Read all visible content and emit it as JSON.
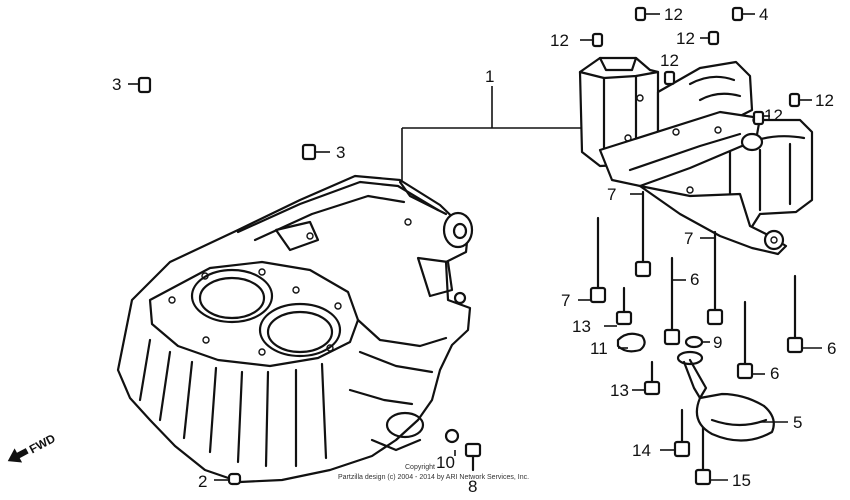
{
  "callouts": {
    "c1": "1",
    "c2": "2",
    "c3a": "3",
    "c3b": "3",
    "c4": "4",
    "c5": "5",
    "c6a": "6",
    "c6b": "6",
    "c6c": "6",
    "c7a": "7",
    "c7b": "7",
    "c7c": "7",
    "c8": "8",
    "c9": "9",
    "c10": "10",
    "c11": "11",
    "c12a": "12",
    "c12b": "12",
    "c12c": "12",
    "c12d": "12",
    "c12e": "12",
    "c12f": "12",
    "c13a": "13",
    "c13b": "13",
    "c14": "14",
    "c15": "15"
  },
  "fwd_label": "FWD",
  "copyright_line1": "Copyright",
  "copyright_line2": "Partzilla design (c) 2004 - 2014 by ARI Network Services, Inc."
}
